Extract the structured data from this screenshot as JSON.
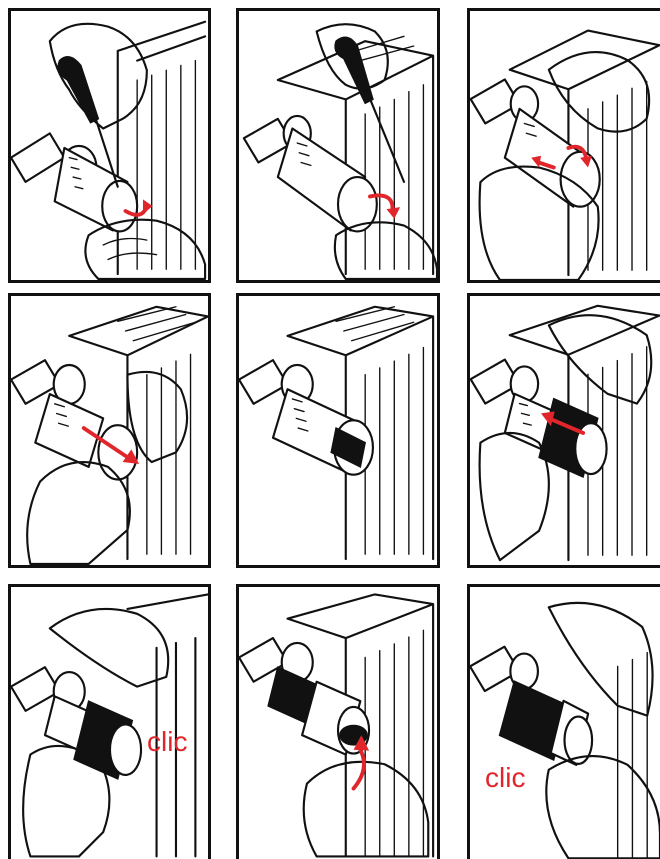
{
  "colors": {
    "accent": "#e0262b",
    "line": "#111111",
    "background": "#ffffff"
  },
  "panels": [
    {
      "step": 1,
      "icons": [
        "radiator",
        "valve",
        "thermostat-head",
        "screwdriver",
        "hand",
        "rotate-arrow"
      ]
    },
    {
      "step": 2,
      "icons": [
        "radiator",
        "valve",
        "thermostat-head",
        "screwdriver",
        "hand",
        "rotate-arrow"
      ]
    },
    {
      "step": 3,
      "icons": [
        "radiator",
        "valve",
        "thermostat-head",
        "hand",
        "rotate-arrow"
      ]
    },
    {
      "step": 4,
      "icons": [
        "radiator",
        "valve",
        "thermostat-head",
        "hand",
        "pull-arrow"
      ]
    },
    {
      "step": 5,
      "icons": [
        "radiator",
        "valve",
        "thermostat-head"
      ]
    },
    {
      "step": 6,
      "icons": [
        "radiator",
        "valve",
        "thermostat-head",
        "hand",
        "push-arrow"
      ]
    },
    {
      "step": 7,
      "icons": [
        "radiator",
        "valve",
        "thermostat-head",
        "hand"
      ],
      "label": "clic"
    },
    {
      "step": 8,
      "icons": [
        "radiator",
        "valve",
        "thermostat-head",
        "hand",
        "rotate-arrow"
      ]
    },
    {
      "step": 9,
      "icons": [
        "radiator",
        "valve",
        "thermostat-head",
        "hand"
      ],
      "label": "clic"
    }
  ]
}
